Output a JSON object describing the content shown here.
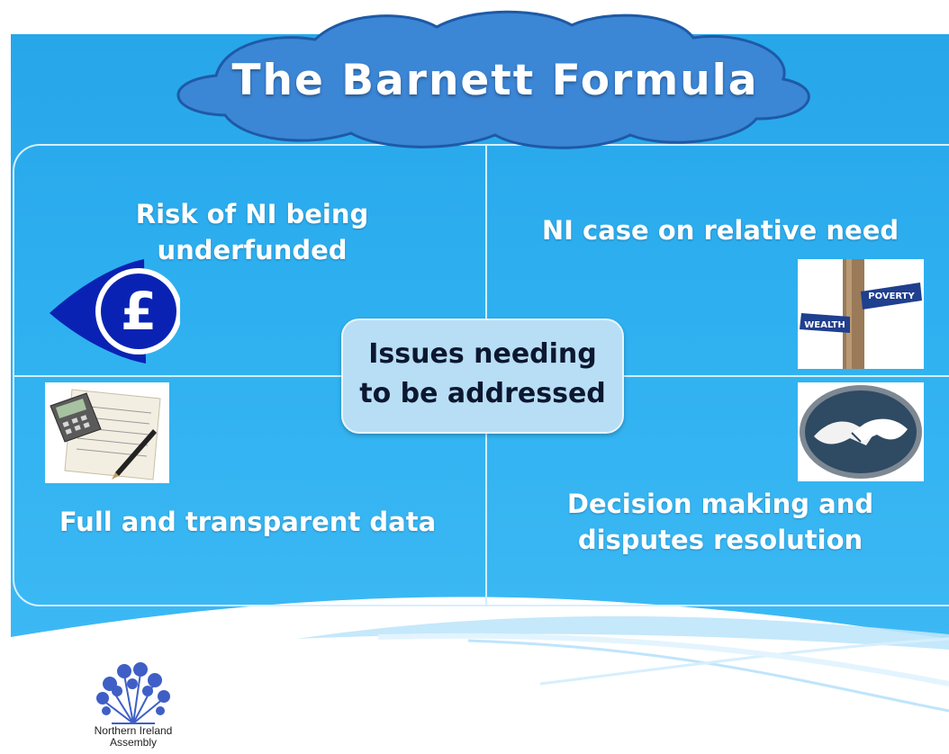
{
  "slide": {
    "title": "The Barnett Formula",
    "center": {
      "line1": "Issues needing",
      "line2": "to be addressed"
    },
    "quadrants": {
      "top_left": {
        "line1": "Risk of NI being",
        "line2": "underfunded"
      },
      "top_right": {
        "line1": "NI case on relative need"
      },
      "bottom_left": {
        "line1": "Full and transparent data"
      },
      "bottom_right": {
        "line1": "Decision making and",
        "line2": "disputes resolution"
      }
    },
    "signpost": {
      "sign1": "POVERTY",
      "sign2": "WEALTH"
    },
    "logo": {
      "name_line1": "Northern Ireland",
      "name_line2": "Assembly"
    }
  },
  "colors": {
    "background": "#2eb0f0",
    "cloud": "#3c86d6",
    "center_box": "#b8def6",
    "pound_icon": "#0a22b3"
  },
  "icons": [
    "pound-eye-icon",
    "signpost-icon",
    "calculator-document-icon",
    "handshake-icon",
    "ni-assembly-flax-logo"
  ]
}
